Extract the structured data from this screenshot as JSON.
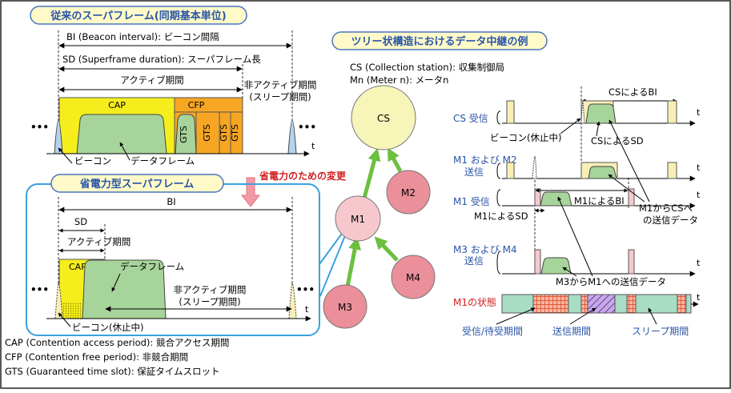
{
  "conventional": {
    "title": "従来のスーパフレーム(同期基本単位)",
    "bi_label": "BI (Beacon interval): ビーコン間隔",
    "sd_label": "SD (Superframe duration): スーパフレーム長",
    "active": "アクティブ期間",
    "inactive_1": "非アクティブ期間",
    "inactive_2": "(スリープ期間)",
    "cap": "CAP",
    "cfp": "CFP",
    "gts": "GTS",
    "axis_t": "t",
    "beacon": "ビーコン",
    "data_frame": "データフレーム",
    "ellipsis": "•••"
  },
  "change_label": "省電力のための変更",
  "powersave": {
    "title": "省電力型スーパフレーム",
    "bi": "BI",
    "sd": "SD",
    "active": "アクティブ期間",
    "cap": "CAP",
    "data_frame": "データフレーム",
    "inactive_1": "非アクティブ期間",
    "inactive_2": "(スリープ期間)",
    "beacon_idle": "ビーコン(休止中)",
    "axis_t": "t",
    "ellipsis": "•••"
  },
  "definitions": [
    "CAP (Contention access period): 競合アクセス期間",
    "CFP (Contention free period): 非競合期間",
    "GTS (Guaranteed time slot): 保証タイムスロット"
  ],
  "tree": {
    "title": "ツリー状構造におけるデータ中継の例",
    "legend_cs": "CS (Collection station): 収集制御局",
    "legend_mn": "Mn (Meter n): メータn",
    "nodes": {
      "cs": "CS",
      "m1": "M1",
      "m2": "M2",
      "m3": "M3",
      "m4": "M4"
    }
  },
  "timing": {
    "axis_t": "t",
    "cs_bi": "CSによるBI",
    "row_cs_rx": "CS 受信",
    "beacon_idle": "ビーコン(休止中)",
    "cs_sd": "CSによるSD",
    "row_m12_tx_1": "M1 および M2",
    "row_m12_tx_2": "送信",
    "row_m1_rx": "M1 受信",
    "m1_bi": "M1によるBI",
    "m1_to_cs_1": "M1からCSへ",
    "m1_to_cs_2": "の送信データ",
    "m1_sd": "M1によるSD",
    "row_m34_tx_1": "M3 および M4",
    "row_m34_tx_2": "送信",
    "m3_to_m1": "M3からM1への送信データ",
    "row_m1_state": "M1の状態",
    "legend_rx": "受信/待受期間",
    "legend_tx": "送信期間",
    "legend_sleep": "スリープ期間"
  },
  "colors": {
    "cap_yellow": "#f5ee1c",
    "cfp_orange": "#f7a623",
    "data_green": "#a7d49a",
    "beacon_blue": "#b3d4ec",
    "beacon_pale": "#f7efb6",
    "node_cs": "#f7f5b8",
    "node_m1": "#f6c8ce",
    "node_m": "#eb8f9a",
    "arrow_green": "#6cbf3f",
    "title_box": "#fffac8",
    "label_blue": "#2a55a8",
    "label_red": "#d02020",
    "sleep_green": "#a8dcc4",
    "tx_purple": "#9c6fcb",
    "rx_red": "#e05a2c"
  }
}
